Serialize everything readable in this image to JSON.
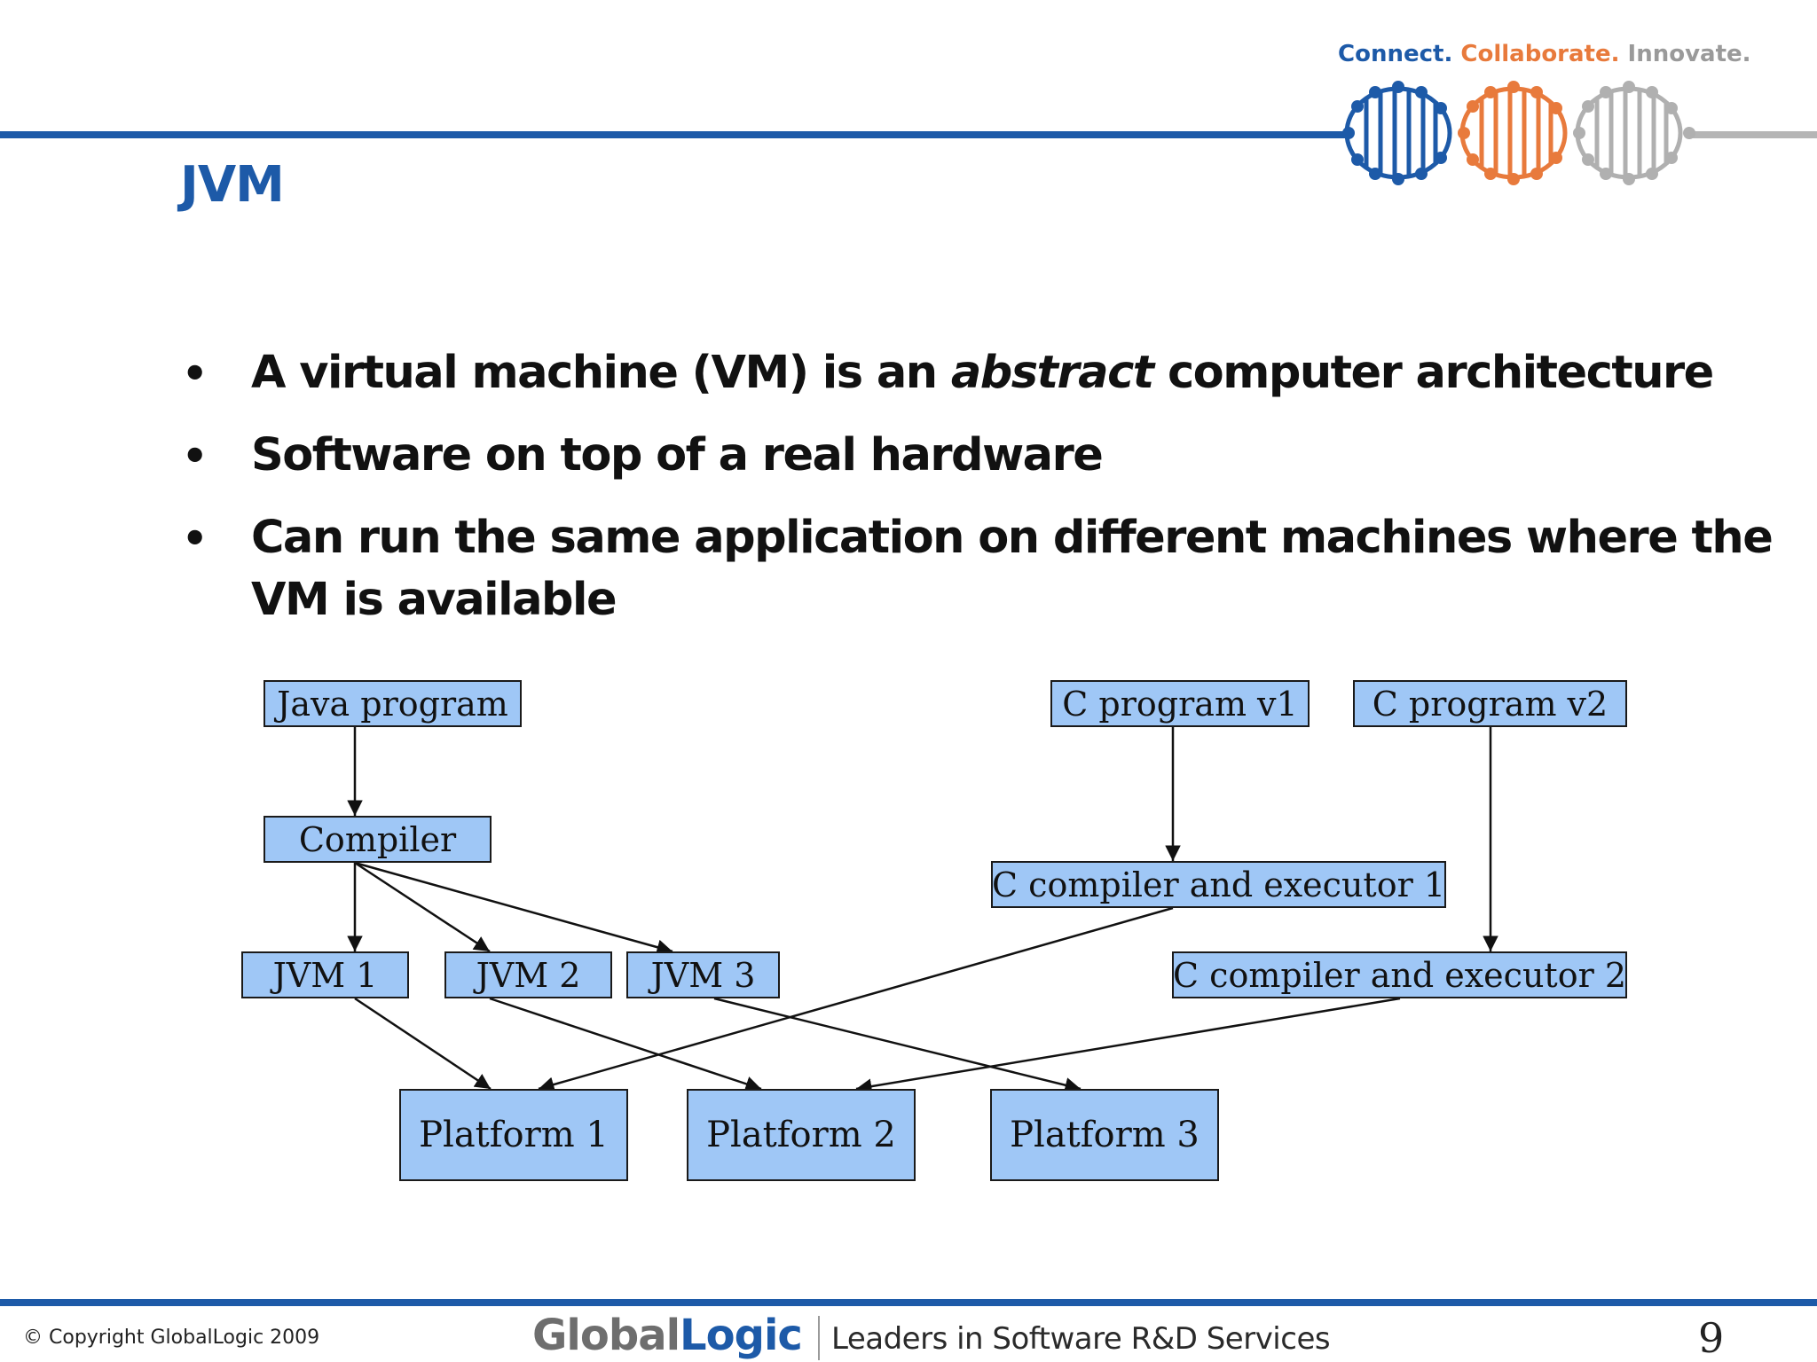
{
  "header": {
    "tagline": {
      "connect": "Connect.",
      "collaborate": "Collaborate.",
      "innovate": "Innovate."
    },
    "colors": {
      "blue": "#1d5aa8",
      "orange": "#e87a3c",
      "gray": "#9a9a9a"
    }
  },
  "title": "JVM",
  "bullets": {
    "b1_pre": "A virtual machine (VM) is an ",
    "b1_em": "abstract",
    "b1_post": " computer architecture",
    "b2": "Software on top of a real hardware",
    "b3": "Can run the same application on different machines where the VM is available"
  },
  "diagram": {
    "java_program": "Java program",
    "compiler": "Compiler",
    "jvm1": "JVM 1",
    "jvm2": "JVM 2",
    "jvm3": "JVM 3",
    "c_program_v1": "C program v1",
    "c_program_v2": "C program v2",
    "c_executor1": "C compiler and executor 1",
    "c_executor2": "C compiler and executor 2",
    "platform1": "Platform 1",
    "platform2": "Platform 2",
    "platform3": "Platform 3",
    "box_color": "#9fc7f6"
  },
  "footer": {
    "copyright": "© Copyright GlobalLogic 2009",
    "brand_a": "Global",
    "brand_b": "Logic",
    "brand_tagline": "Leaders in Software R&D Services",
    "page_number": "9"
  }
}
